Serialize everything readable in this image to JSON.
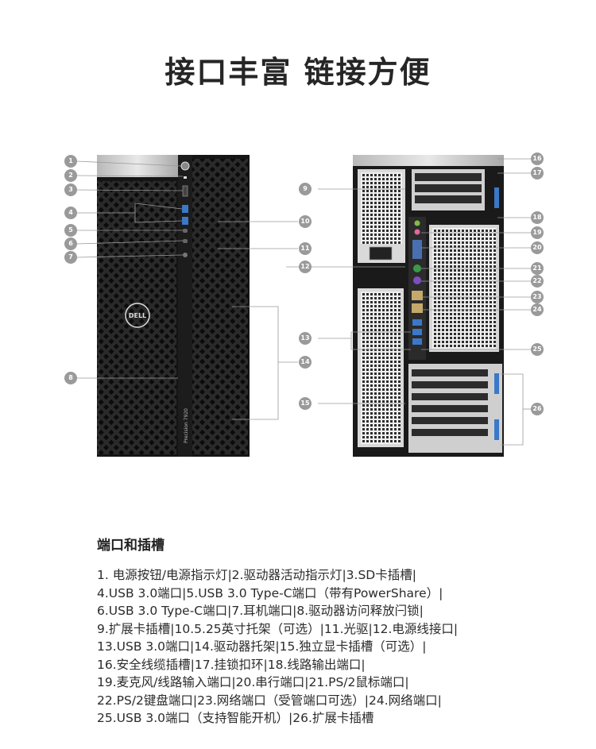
{
  "headline": "接口丰富 链接方便",
  "front_panel": {
    "brand_logo": "DELL",
    "model_text": "Precision 7920"
  },
  "callouts": {
    "front": [
      "1",
      "2",
      "3",
      "4",
      "5",
      "6",
      "7",
      "8",
      "10",
      "11",
      "12",
      "14"
    ],
    "rear": [
      "9",
      "13",
      "15",
      "16",
      "17",
      "18",
      "19",
      "20",
      "21",
      "22",
      "23",
      "24",
      "25",
      "26"
    ]
  },
  "ports": {
    "section_title": "端口和插槽",
    "lines": [
      "1. 电源按钮/电源指示灯|2.驱动器活动指示灯|3.SD卡插槽|",
      "4.USB 3.0端口|5.USB 3.0 Type-C端口（带有PowerShare）|",
      "6.USB 3.0 Type-C端口|7.耳机端口|8.驱动器访问释放闩锁|",
      "9.扩展卡插槽|10.5.25英寸托架（可选）|11.光驱|12.电源线接口|",
      "13.USB 3.0端口|14.驱动器托架|15.独立显卡插槽（可选）|",
      "16.安全线缆插槽|17.挂锁扣环|18.线路输出端口|",
      "19.麦克风/线路输入端口|20.串行端口|21.PS/2鼠标端口|",
      "22.PS/2键盘端口|23.网络端口（受管端口可选）|24.网络端口|",
      "25.USB 3.0端口（支持智能开机）|26.扩展卡插槽"
    ]
  }
}
